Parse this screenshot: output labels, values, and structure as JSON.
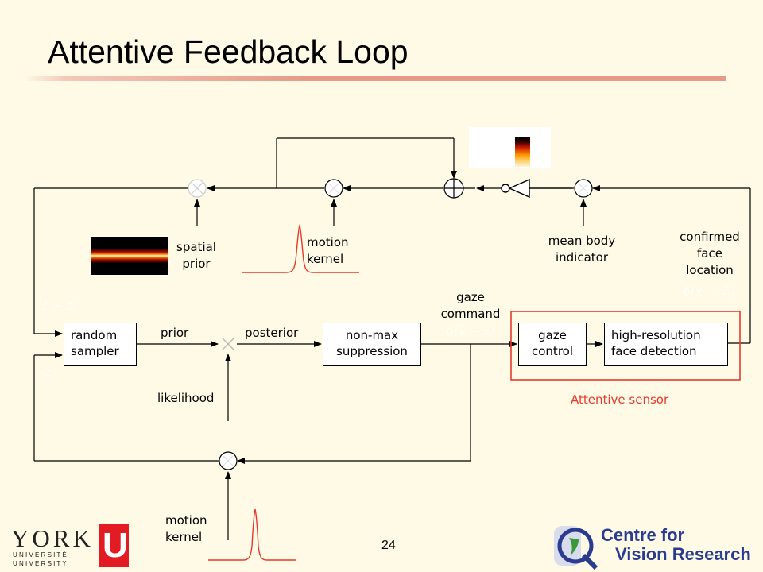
{
  "title": "Attentive Feedback Loop",
  "page_number": "24",
  "boxes": {
    "random_sampler": [
      "random",
      "sampler"
    ],
    "non_max": [
      "non-max",
      "suppression"
    ],
    "gaze_control": [
      "gaze",
      "control"
    ],
    "face_detection": [
      "high-resolution",
      "face detection"
    ]
  },
  "labels": {
    "spatial_prior": [
      "spatial",
      "prior"
    ],
    "motion_kernel_top": [
      "motion",
      "kernel"
    ],
    "mean_body": [
      "mean body",
      "indicator"
    ],
    "confirmed_face": [
      "confirmed",
      "face",
      "location"
    ],
    "gaze_command": [
      "gaze",
      "command"
    ],
    "prior": "prior",
    "posterior": "posterior",
    "likelihood": "likelihood",
    "motion_kernel_bottom": [
      "motion",
      "kernel"
    ],
    "attentive_sensor": "Attentive sensor"
  },
  "math": {
    "one_minus_alpha": "1 − α",
    "alpha": "α",
    "gaze_cmd": "δ(x − x̂)",
    "face_loc": "δ(xᵢ − ẑᵢ)"
  },
  "logos": {
    "york_name": "YORK",
    "york_sub1": "U N I V E R S I T É",
    "york_sub2": "U N I V E R S I T Y",
    "york_mark": "U",
    "cvr_line1": "Centre for",
    "cvr_line2": "Vision Research"
  },
  "colors": {
    "background": "#fefae6",
    "accent_red": "#e53b2e",
    "title_rule": "#e79a88",
    "cvr_blue": "#2a3c8f"
  }
}
